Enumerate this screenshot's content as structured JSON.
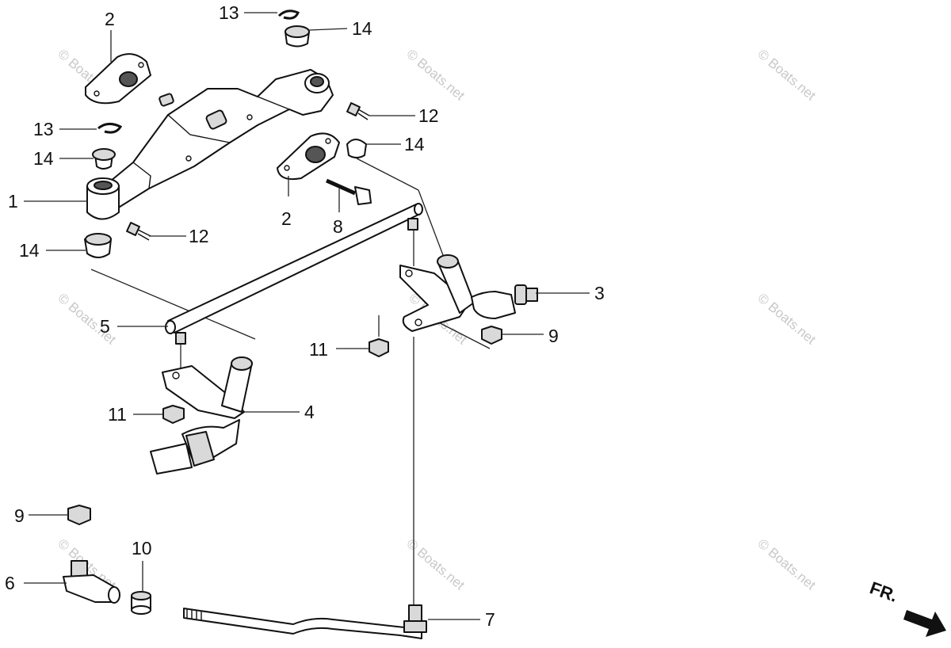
{
  "watermark": "© Boats.net",
  "direction_marker": {
    "label": "FR."
  },
  "callouts": [
    "1",
    "2",
    "2",
    "3",
    "4",
    "5",
    "6",
    "7",
    "8",
    "9",
    "9",
    "10",
    "11",
    "11",
    "12",
    "12",
    "13",
    "13",
    "14",
    "14",
    "14",
    "14"
  ]
}
